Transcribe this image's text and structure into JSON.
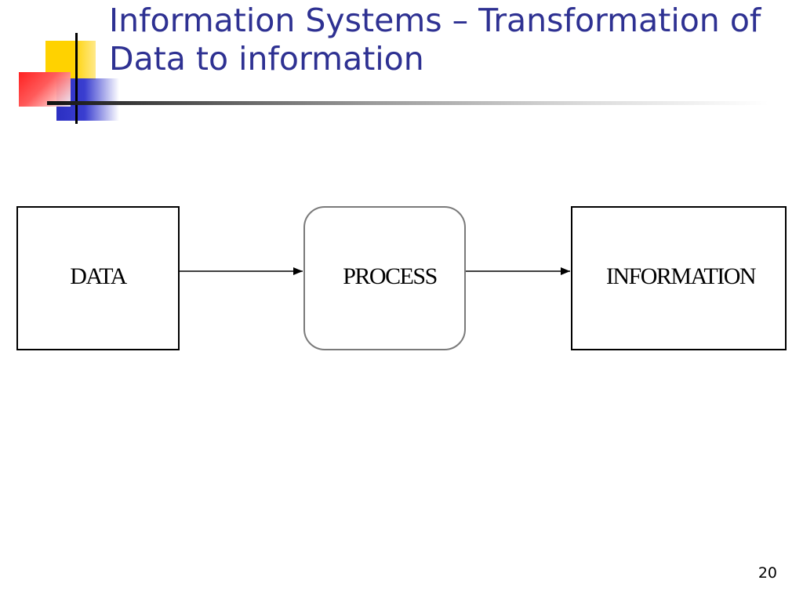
{
  "slide": {
    "title_line1": "Information Systems – Transformation of",
    "title_line2": "Data to information",
    "page_number": "20"
  },
  "diagram": {
    "nodes": [
      {
        "id": "data",
        "label": "DATA",
        "shape": "rectangle"
      },
      {
        "id": "process",
        "label": "PROCESS",
        "shape": "rounded-rectangle"
      },
      {
        "id": "information",
        "label": "INFORMATION",
        "shape": "rectangle"
      }
    ],
    "edges": [
      {
        "from": "data",
        "to": "process"
      },
      {
        "from": "process",
        "to": "information"
      }
    ]
  },
  "colors": {
    "title": "#2e3192",
    "accent_yellow": "#ffd200",
    "accent_blue": "#2b2fc2",
    "accent_red": "#ff2020"
  }
}
